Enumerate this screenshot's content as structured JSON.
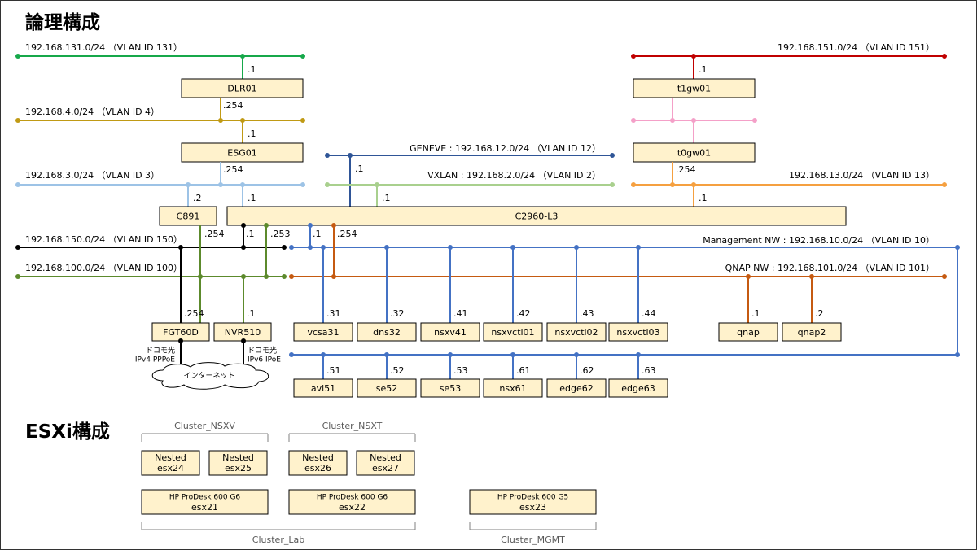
{
  "sections": {
    "logical": "論理構成",
    "esxi": "ESXi構成"
  },
  "networks": {
    "n131": "192.168.131.0/24 （VLAN ID 131）",
    "n4": "192.168.4.0/24 （VLAN ID 4）",
    "n3": "192.168.3.0/24 （VLAN ID 3）",
    "n150": "192.168.150.0/24 （VLAN ID 150）",
    "n100": "192.168.100.0/24 （VLAN ID 100）",
    "n151": "192.168.151.0/24 （VLAN ID 151）",
    "n13": "192.168.13.0/24 （VLAN ID 13）",
    "geneve": "GENEVE : 192.168.12.0/24 （VLAN ID 12）",
    "vxlan": "VXLAN : 192.168.2.0/24 （VLAN ID 2）",
    "mgmt": "Management NW : 192.168.10.0/24 （VLAN ID 10）",
    "qnapnw": "QNAP NW : 192.168.101.0/24 （VLAN ID 101）"
  },
  "devices": {
    "dlr01": "DLR01",
    "esg01": "ESG01",
    "c891": "C891",
    "c2960": "C2960-L3",
    "t1gw01": "t1gw01",
    "t0gw01": "t0gw01",
    "fgt60d": "FGT60D",
    "nvr510": "NVR510",
    "vcsa31": "vcsa31",
    "dns32": "dns32",
    "nsxv41": "nsxv41",
    "nsxvctl01": "nsxvctl01",
    "nsxvctl02": "nsxvctl02",
    "nsxvctl03": "nsxvctl03",
    "qnap": "qnap",
    "qnap2": "qnap2",
    "avi51": "avi51",
    "se52": "se52",
    "se53": "se53",
    "nsx61": "nsx61",
    "edge62": "edge62",
    "edge63": "edge63"
  },
  "addresses": {
    "dlr_131": ".1",
    "dlr_4": ".254",
    "esg_4": ".1",
    "esg_3": ".254",
    "c891_3": ".2",
    "c2960_3": ".1",
    "t1_151": ".1",
    "t0_13": ".254",
    "c2960_13": ".1",
    "c2960_geneve": ".1",
    "c2960_vxlan": ".1",
    "c891_100": ".254",
    "c2960_150": ".1",
    "c2960_100": ".253",
    "c2960_mgmt": ".1",
    "c2960_qnap": ".254",
    "fgt_150": ".254",
    "nvr_100": ".1",
    "vcsa31": ".31",
    "dns32": ".32",
    "nsxv41": ".41",
    "nsxvctl01": ".42",
    "nsxvctl02": ".43",
    "nsxvctl03": ".44",
    "qnap": ".1",
    "qnap2": ".2",
    "avi51": ".51",
    "se52": ".52",
    "se53": ".53",
    "nsx61": ".61",
    "edge62": ".62",
    "edge63": ".63"
  },
  "internet": {
    "isp_left": "ドコモ光",
    "proto_left": "IPv4 PPPoE",
    "isp_right": "ドコモ光",
    "proto_right": "IPv6 IPoE",
    "cloud": "インターネット"
  },
  "esxi": {
    "nested_label": "Nested",
    "esx24": "esx24",
    "esx25": "esx25",
    "esx26": "esx26",
    "esx27": "esx27",
    "hp_g6": "HP ProDesk 600 G6",
    "hp_g5": "HP ProDesk 600 G5",
    "esx21": "esx21",
    "esx22": "esx22",
    "esx23": "esx23",
    "cluster_nsxv": "Cluster_NSXV",
    "cluster_nsxt": "Cluster_NSXT",
    "cluster_lab": "Cluster_Lab",
    "cluster_mgmt": "Cluster_MGMT"
  },
  "colors": {
    "green": "#16a84a",
    "gold": "#c09a14",
    "lightblue": "#9dc3e6",
    "black": "#000000",
    "olive": "#5c8a2c",
    "red": "#c00000",
    "pink": "#f4a0c8",
    "orange": "#f5a040",
    "navy": "#2f5597",
    "lightgreen": "#a9d08e",
    "blue": "#4472c4",
    "brown": "#c55a11",
    "box_fill": "#fff2cc",
    "frame": "#333333"
  }
}
